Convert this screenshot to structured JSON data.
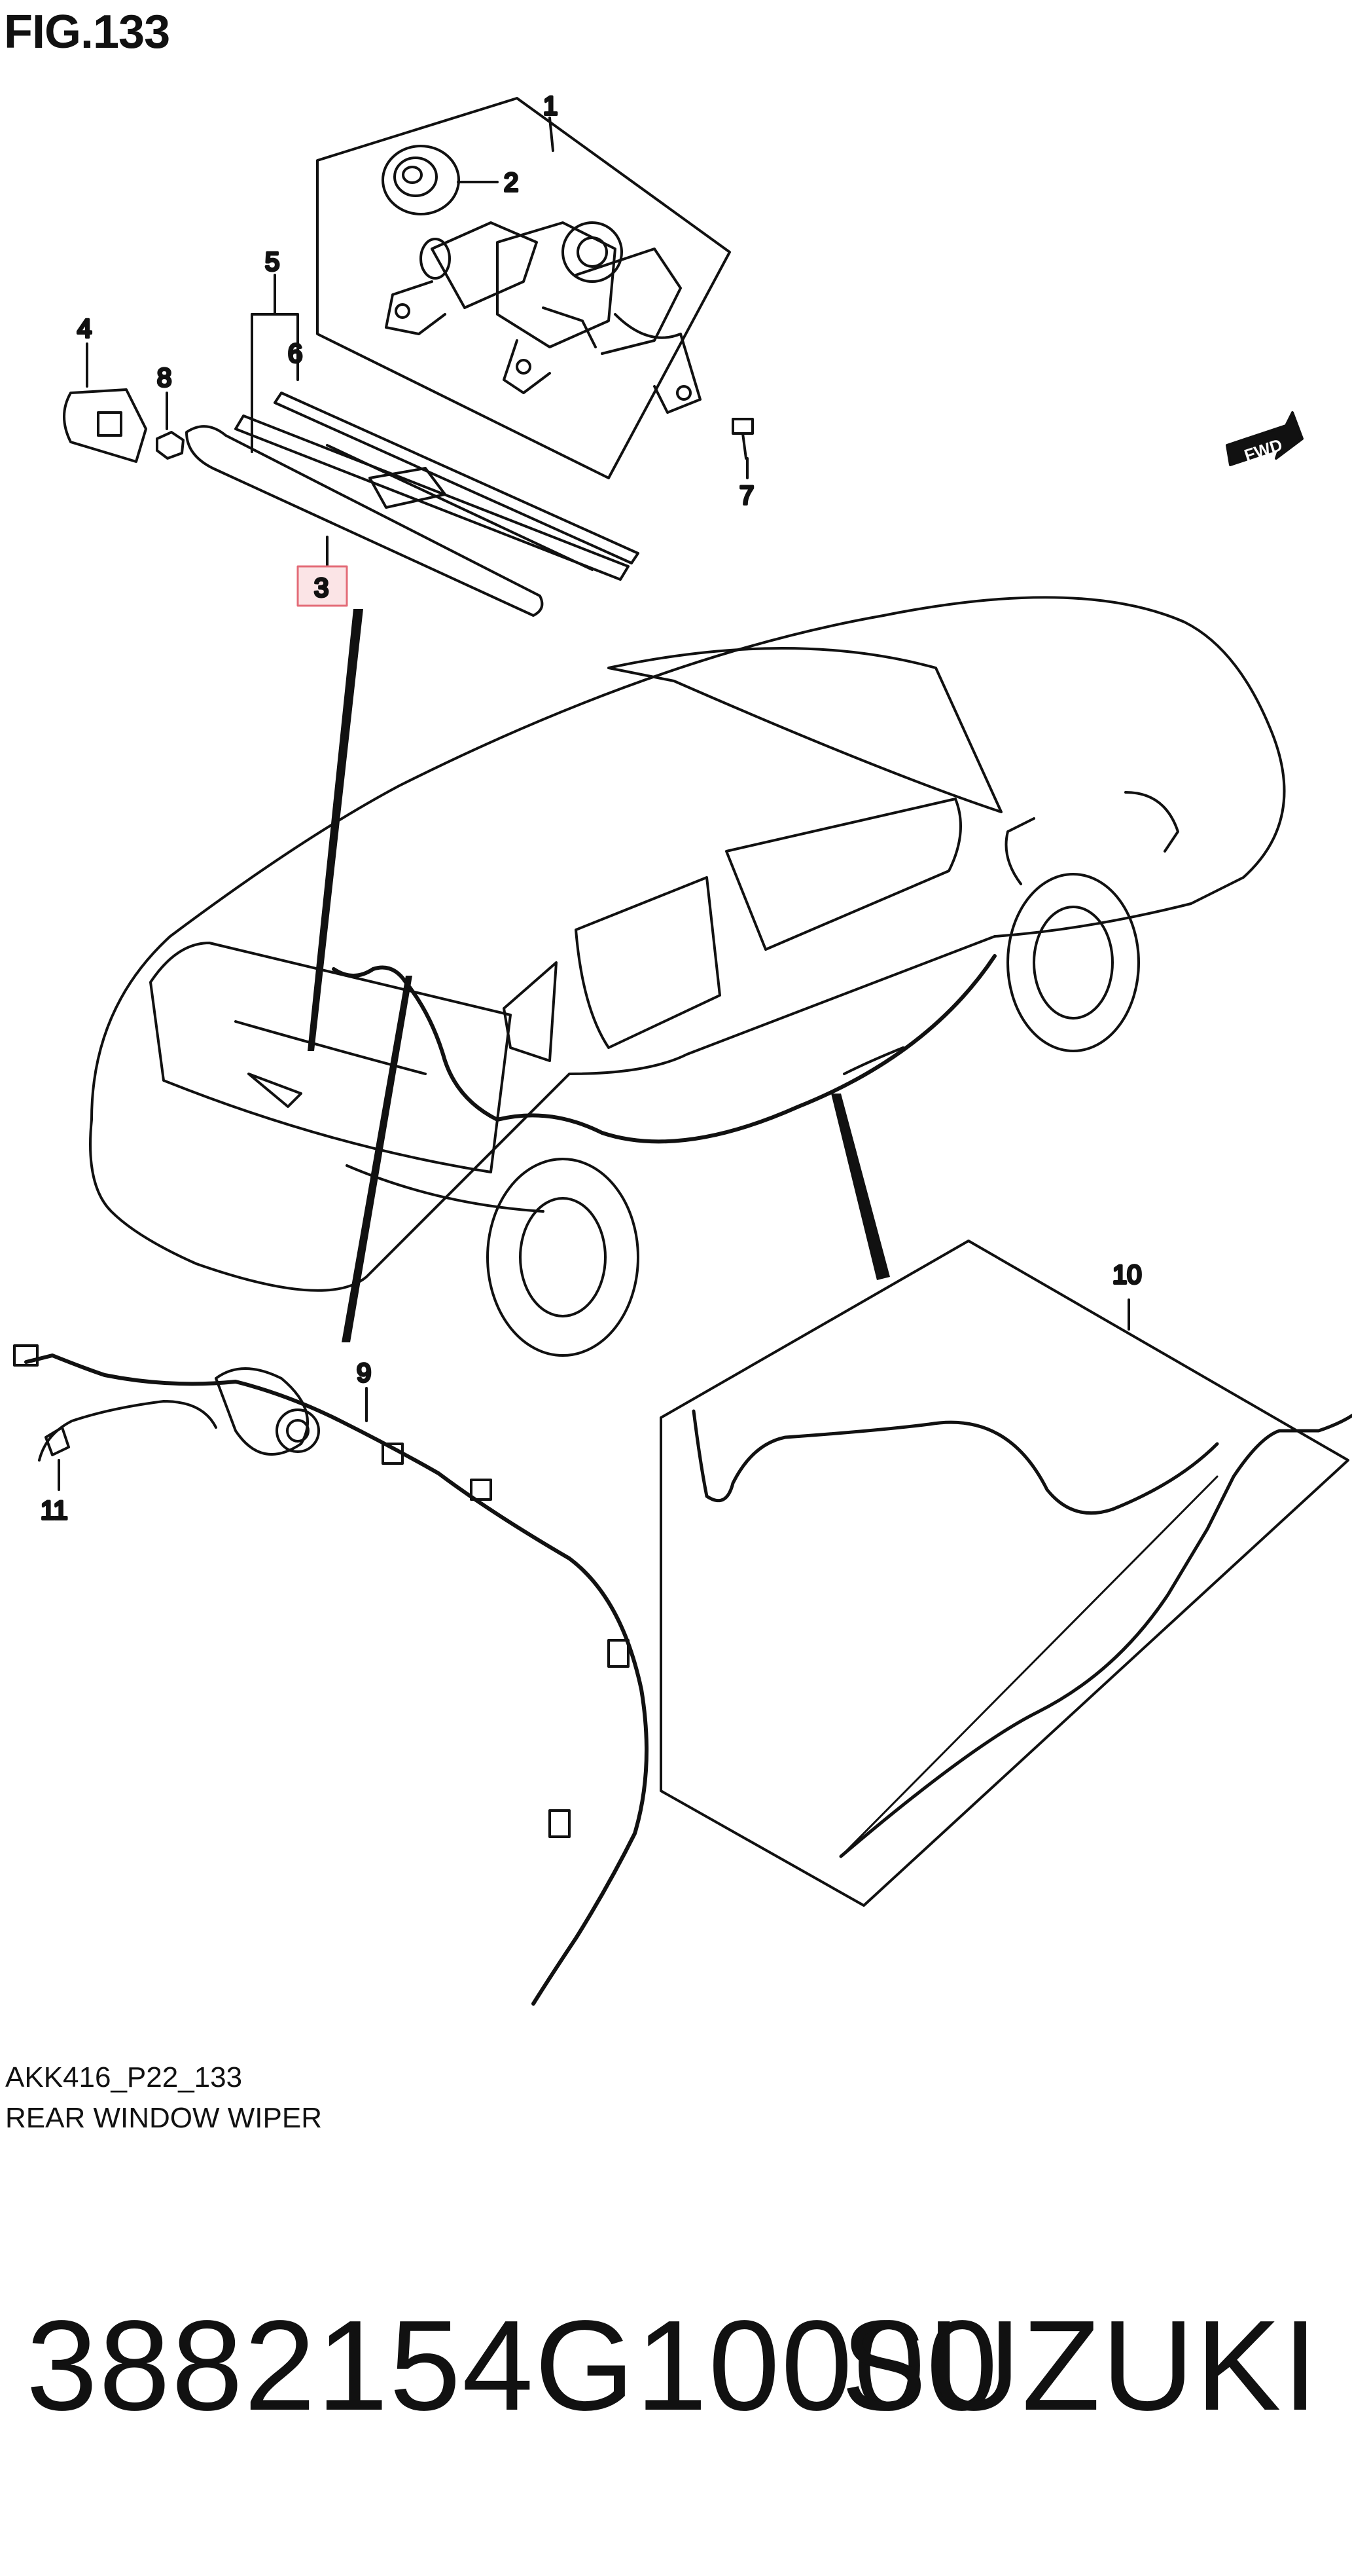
{
  "figure": {
    "title": "FIG.133",
    "code": "AKK416_P22_133",
    "name": "REAR WINDOW WIPER",
    "fwd_label": "FWD"
  },
  "callouts": [
    {
      "id": "c1",
      "label": "1"
    },
    {
      "id": "c2",
      "label": "2"
    },
    {
      "id": "c3",
      "label": "3",
      "highlighted": true
    },
    {
      "id": "c4",
      "label": "4"
    },
    {
      "id": "c5",
      "label": "5"
    },
    {
      "id": "c6",
      "label": "6"
    },
    {
      "id": "c7",
      "label": "7"
    },
    {
      "id": "c8",
      "label": "8"
    },
    {
      "id": "c9",
      "label": "9"
    },
    {
      "id": "c10",
      "label": "10"
    },
    {
      "id": "c11",
      "label": "11"
    }
  ],
  "highlight_color": "#e36b77",
  "highlight_fill": "#fbe4e6",
  "footer": {
    "part_number": "3882154G10000",
    "brand": "SUZUKI"
  }
}
